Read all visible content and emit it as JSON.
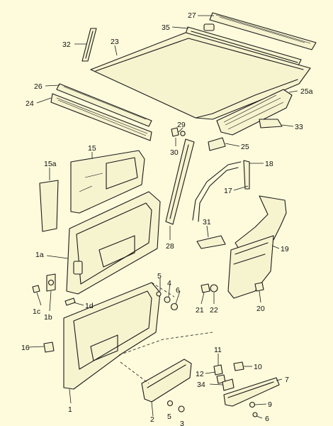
{
  "callouts": {
    "c1": "1",
    "c1a": "1a",
    "c1b": "1b",
    "c1c": "1c",
    "c1d": "1d",
    "c2": "2",
    "c3": "3",
    "c4": "4",
    "c5a": "5",
    "c5b": "5",
    "c6a": "6",
    "c6b": "6",
    "c7": "7",
    "c9": "9",
    "c10": "10",
    "c11": "11",
    "c12": "12",
    "c15": "15",
    "c15a": "15a",
    "c16": "16",
    "c17": "17",
    "c18": "18",
    "c19": "19",
    "c20": "20",
    "c21": "21",
    "c22": "22",
    "c23": "23",
    "c24": "24",
    "c25": "25",
    "c25a": "25a",
    "c26": "26",
    "c27": "27",
    "c28": "28",
    "c29": "29",
    "c30": "30",
    "c31": "31",
    "c32": "32",
    "c33": "33",
    "c34": "34",
    "c35": "35"
  }
}
